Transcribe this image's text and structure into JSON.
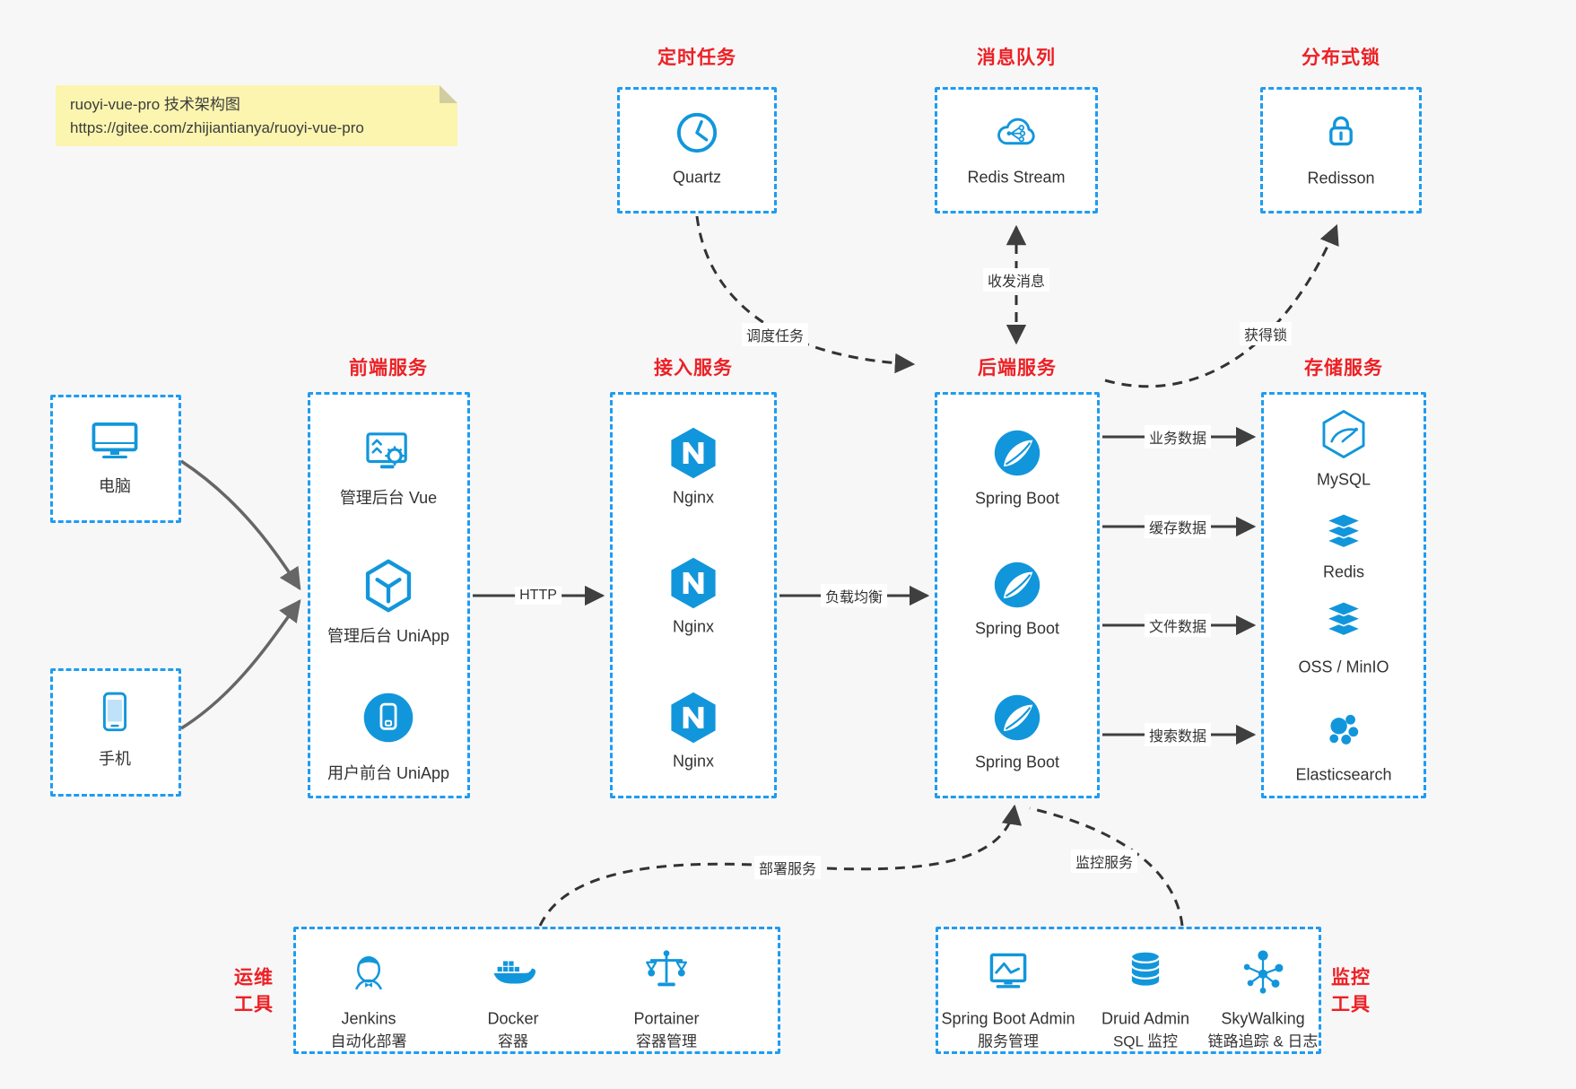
{
  "note": {
    "line1": "ruoyi-vue-pro 技术架构图",
    "line2": "https://gitee.com/zhijiantianya/ruoyi-vue-pro"
  },
  "top_groups": [
    {
      "title": "定时任务",
      "item": "Quartz",
      "icon": "clock-icon"
    },
    {
      "title": "消息队列",
      "item": "Redis Stream",
      "icon": "cloud-stream-icon"
    },
    {
      "title": "分布式锁",
      "item": "Redisson",
      "icon": "lock-icon"
    }
  ],
  "clients": [
    {
      "label": "电脑",
      "icon": "computer-icon"
    },
    {
      "label": "手机",
      "icon": "phone-icon"
    }
  ],
  "columns": [
    {
      "title": "前端服务",
      "items": [
        "管理后台 Vue",
        "管理后台 UniApp",
        "用户前台 UniApp"
      ]
    },
    {
      "title": "接入服务",
      "items": [
        "Nginx",
        "Nginx",
        "Nginx"
      ]
    },
    {
      "title": "后端服务",
      "items": [
        "Spring Boot",
        "Spring Boot",
        "Spring Boot"
      ]
    },
    {
      "title": "存储服务",
      "items": [
        "MySQL",
        "Redis",
        "OSS / MinIO",
        "Elasticsearch"
      ]
    }
  ],
  "edges": {
    "http": "HTTP",
    "load_balance": "负载均衡",
    "data": [
      "业务数据",
      "缓存数据",
      "文件数据",
      "搜索数据"
    ],
    "schedule": "调度任务",
    "messages": "收发消息",
    "lock": "获得锁",
    "deploy": "部署服务",
    "monitor": "监控服务"
  },
  "bottom_groups": [
    {
      "title_lines": [
        "运维",
        "工具"
      ],
      "items": [
        {
          "name": "Jenkins",
          "desc": "自动化部署",
          "icon": "jenkins-icon"
        },
        {
          "name": "Docker",
          "desc": "容器",
          "icon": "docker-icon"
        },
        {
          "name": "Portainer",
          "desc": "容器管理",
          "icon": "portainer-icon"
        }
      ]
    },
    {
      "title_lines": [
        "监控",
        "工具"
      ],
      "items": [
        {
          "name": "Spring Boot Admin",
          "desc": "服务管理",
          "icon": "monitor-chart-icon"
        },
        {
          "name": "Druid Admin",
          "desc": "SQL 监控",
          "icon": "database-icon"
        },
        {
          "name": "SkyWalking",
          "desc": "链路追踪 & 日志",
          "icon": "topology-icon"
        }
      ]
    }
  ],
  "colors": {
    "icon_blue": "#1296db",
    "border_blue": "#1f9cf0",
    "title_red": "#ed2024",
    "note_bg": "#fbf5af",
    "page_bg": "#f7f7f8",
    "arrow_dark": "#3f3f3f",
    "client_arrow_gray": "#666666"
  }
}
